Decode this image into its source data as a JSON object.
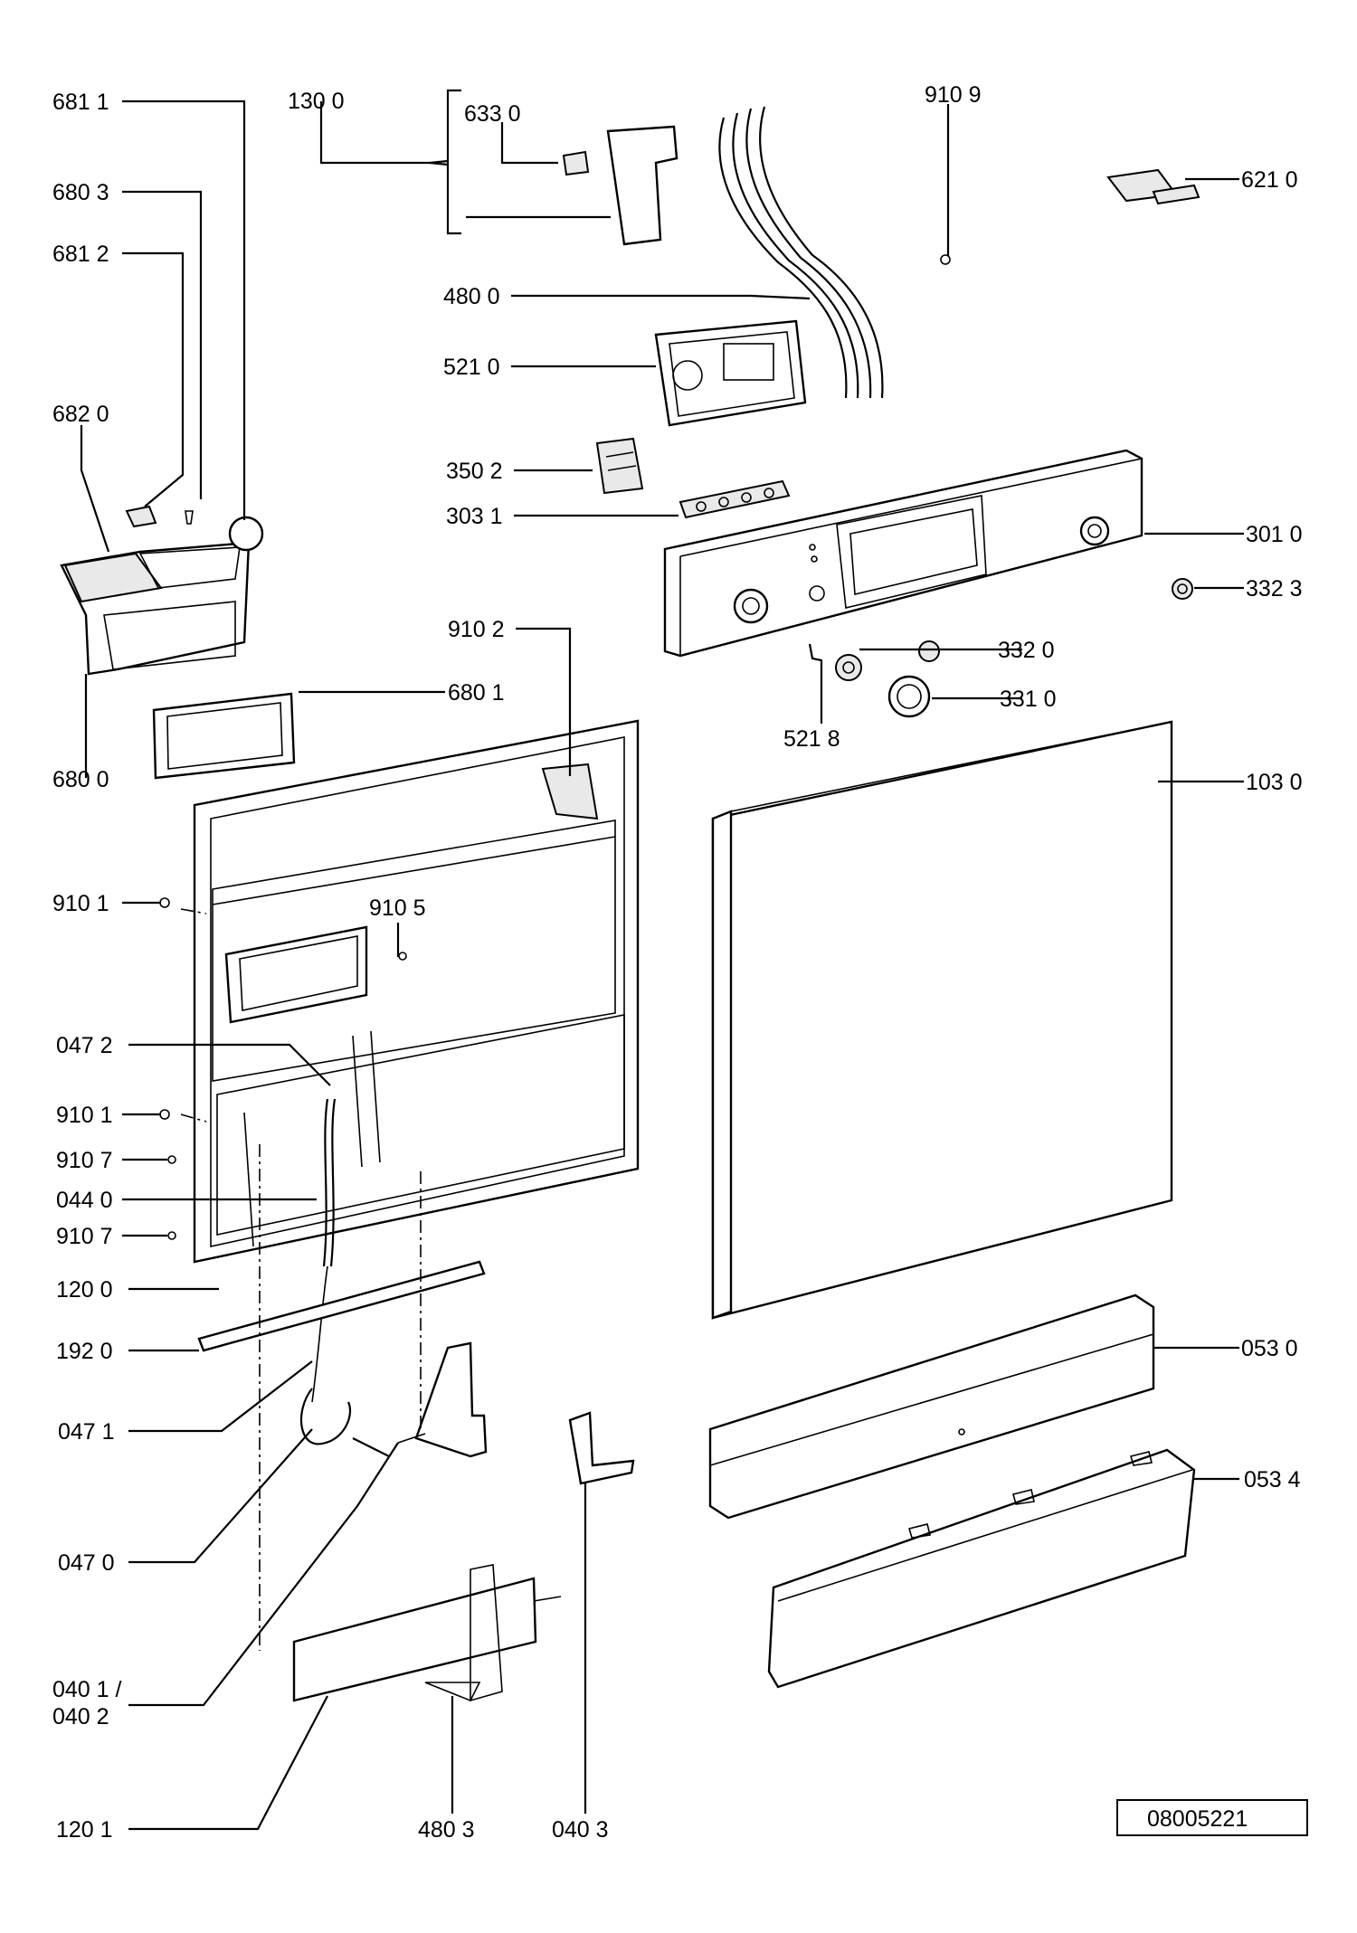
{
  "labels": {
    "l6811": "681 1",
    "l6803": "680 3",
    "l6812": "681 2",
    "l6820": "682 0",
    "l6800": "680 0",
    "l1300": "130 0",
    "l6330": "633 0",
    "l9109": "910 9",
    "l6210": "621 0",
    "l4800": "480 0",
    "l5210": "521 0",
    "l3502": "350 2",
    "l3031": "303 1",
    "l3010": "301 0",
    "l3323": "332 3",
    "l3320": "332 0",
    "l3310": "331 0",
    "l5218": "521 8",
    "l1030": "103 0",
    "l9102": "910 2",
    "l6801": "680 1",
    "l9101a": "910 1",
    "l9105": "910 5",
    "l0472": "047 2",
    "l9101b": "910 1",
    "l9107a": "910 7",
    "l0440": "044 0",
    "l9107b": "910 7",
    "l1200": "120 0",
    "l1920": "192 0",
    "l0471": "047 1",
    "l0470": "047 0",
    "l0401": "040 1 /",
    "l0402": "040 2",
    "l1201": "120 1",
    "l4803": "480 3",
    "l0403": "040 3",
    "l0530": "053 0",
    "l0534": "053 4"
  },
  "reference_code": "08005221"
}
